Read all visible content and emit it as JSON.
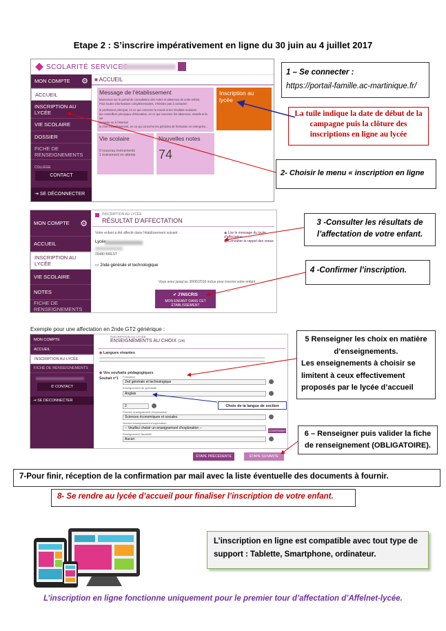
{
  "title": "Etape 2 : S’inscrire impérativement en ligne du 30 juin au 4 juillet 2017",
  "shot1": {
    "brand": "SCOLARITÉ SERVICES",
    "tab": "ACCUEIL",
    "sidebar": [
      "MON COMPTE",
      "ACCUEIL",
      "INSCRIPTION AU LYCÉE",
      "VIE SCOLAIRE",
      "DOSSIER",
      "FICHE DE RENSEIGNEMENTS"
    ],
    "college_label": "COLLÈGE",
    "contact": "CONTACT",
    "logout": "SE DÉCONNECTER",
    "message_title": "Message de l'établissement",
    "message_lines": [
      "Bienvenue sur le portail de consultation des notes et absences de votre enfant.",
      "Pour toutes informations complémentaires, n'hésitez pas à contacter :",
      "le professeur principal, en ce qui concerne le travail et les résultats scolaires",
      "les conseillers principaux d'éducation, en ce qui concerne les absences, retards et la vie",
      "au lycée ou à l'internat",
      "le chef d'établissement, en ce qui concerne les périodes de formation en entreprise..."
    ],
    "inscription_tile": "Inscription au lycée",
    "vie_scolaire_title": "Vie scolaire",
    "vie_scolaire_lines": [
      "0 nouveau événements",
      "1 événement en attente"
    ],
    "notes_title": "Nouvelles notes",
    "notes_count": "74"
  },
  "shot2": {
    "sidebar": [
      "MON COMPTE",
      "ACCUEIL",
      "INSCRIPTION AU LYCÉE",
      "VIE SCOLAIRE",
      "NOTES",
      "FICHE DE RENSEIGNEMENTS"
    ],
    "breadcrumb": "INSCRIPTION AU LYCÉE",
    "heading": "RÉSULTAT D'AFFECTATION",
    "intro": "Votre enfant a été affecté dans l'établissement suivant :",
    "lycee_label": "Lycée",
    "postcode": "29480 BREST",
    "link1": "Lire le message du lycée d'affectation",
    "link2": "Consulter le rappel des voeux",
    "formation": "2nde générale et technologique",
    "deadline": "Vous avez jusqu'au 30/06/2016 inclus pour inscrire votre enfant",
    "confirm_title": "J'INSCRIS",
    "confirm_sub": "MON ENFANT DANS CET ÉTABLISSEMENT"
  },
  "shot3": {
    "caption": "Exemple pour une affectation en 2nde GT2 générique :",
    "sidebar": [
      "MON COMPTE",
      "ACCUEIL",
      "INSCRIPTION AU LYCÉE",
      "FICHE DE RENSEIGNEMENTS"
    ],
    "contact": "CONTACT",
    "logout": "SE DÉCONNECTER",
    "breadcrumb": "INSCRIPTION AU LYCÉE",
    "heading": "ENSEIGNEMENTS AU CHOIX",
    "step": "(1/4)",
    "section_langues": "Langues vivantes",
    "section_ens": "Vos souhaits pédagogiques",
    "choice_label": "Souhait n°1",
    "field_formation": "Formation",
    "value_formation": "2nd générale et technologique",
    "field_langue": "Enseignement de spécialité",
    "value_langue": "Anglais",
    "field_explo": "Premier enseignement d'exploration",
    "value_explo": "Sciences économiques et sociales",
    "field_explo2": "Second enseignement d'exploration",
    "value_explo2": "-- Veuillez choisir un enseignement d'exploration --",
    "field_fac": "Enseignement facultatif",
    "value_fac": "Aucun",
    "number_value": "2",
    "langue_note": "Choix de la langue de section",
    "btn_prev": "ÉTAPE PRÉCÉDENTE",
    "btn_next": "ÉTAPE SUIVANTE",
    "confirm_tag": "CONFIRMER"
  },
  "callouts": {
    "c1_title": "1 – Se connecter :",
    "c1_url": "https://portail-famille.ac-martinique.fr/",
    "c_red": "La tuile indique la date de début de la campagne puis la clôture des inscriptions en ligne au lycée",
    "c2": "2-  Choisir le menu « inscription en ligne",
    "c3": "3 -Consulter les résultats de l’affectation de votre enfant.",
    "c4": "4 -Confirmer l’inscription.",
    "c5a": "5  Renseigner les choix en matière d’enseignements.",
    "c5b": "Les enseignements à choisir se limitent à ceux effectivement proposés par le lycée  d’accueil",
    "c6": "6 – Renseigner puis valider la fiche de renseignement (OBLIGATOIRE).",
    "c7": "7-Pour finir, réception de la confirmation par mail avec la liste éventuelle des documents à fournir.",
    "c8": "8- Se rendre au lycée d’accueil pour finaliser l’inscription de votre enfant.",
    "compat": "L’inscription en ligne est compatible avec tout type de support : Tablette, Smartphone, ordinateur.",
    "footer": "L’inscription en ligne fonctionne uniquement pour le premier tour d’affectation d’Affelnet-lycée."
  },
  "colors": {
    "purple": "#5a1f4e",
    "orange": "#e0680f",
    "pink_tile": "#e8b7df",
    "red_text": "#c00000",
    "footer_purple": "#7030a0",
    "compat_bg": "#f2f2f2"
  }
}
